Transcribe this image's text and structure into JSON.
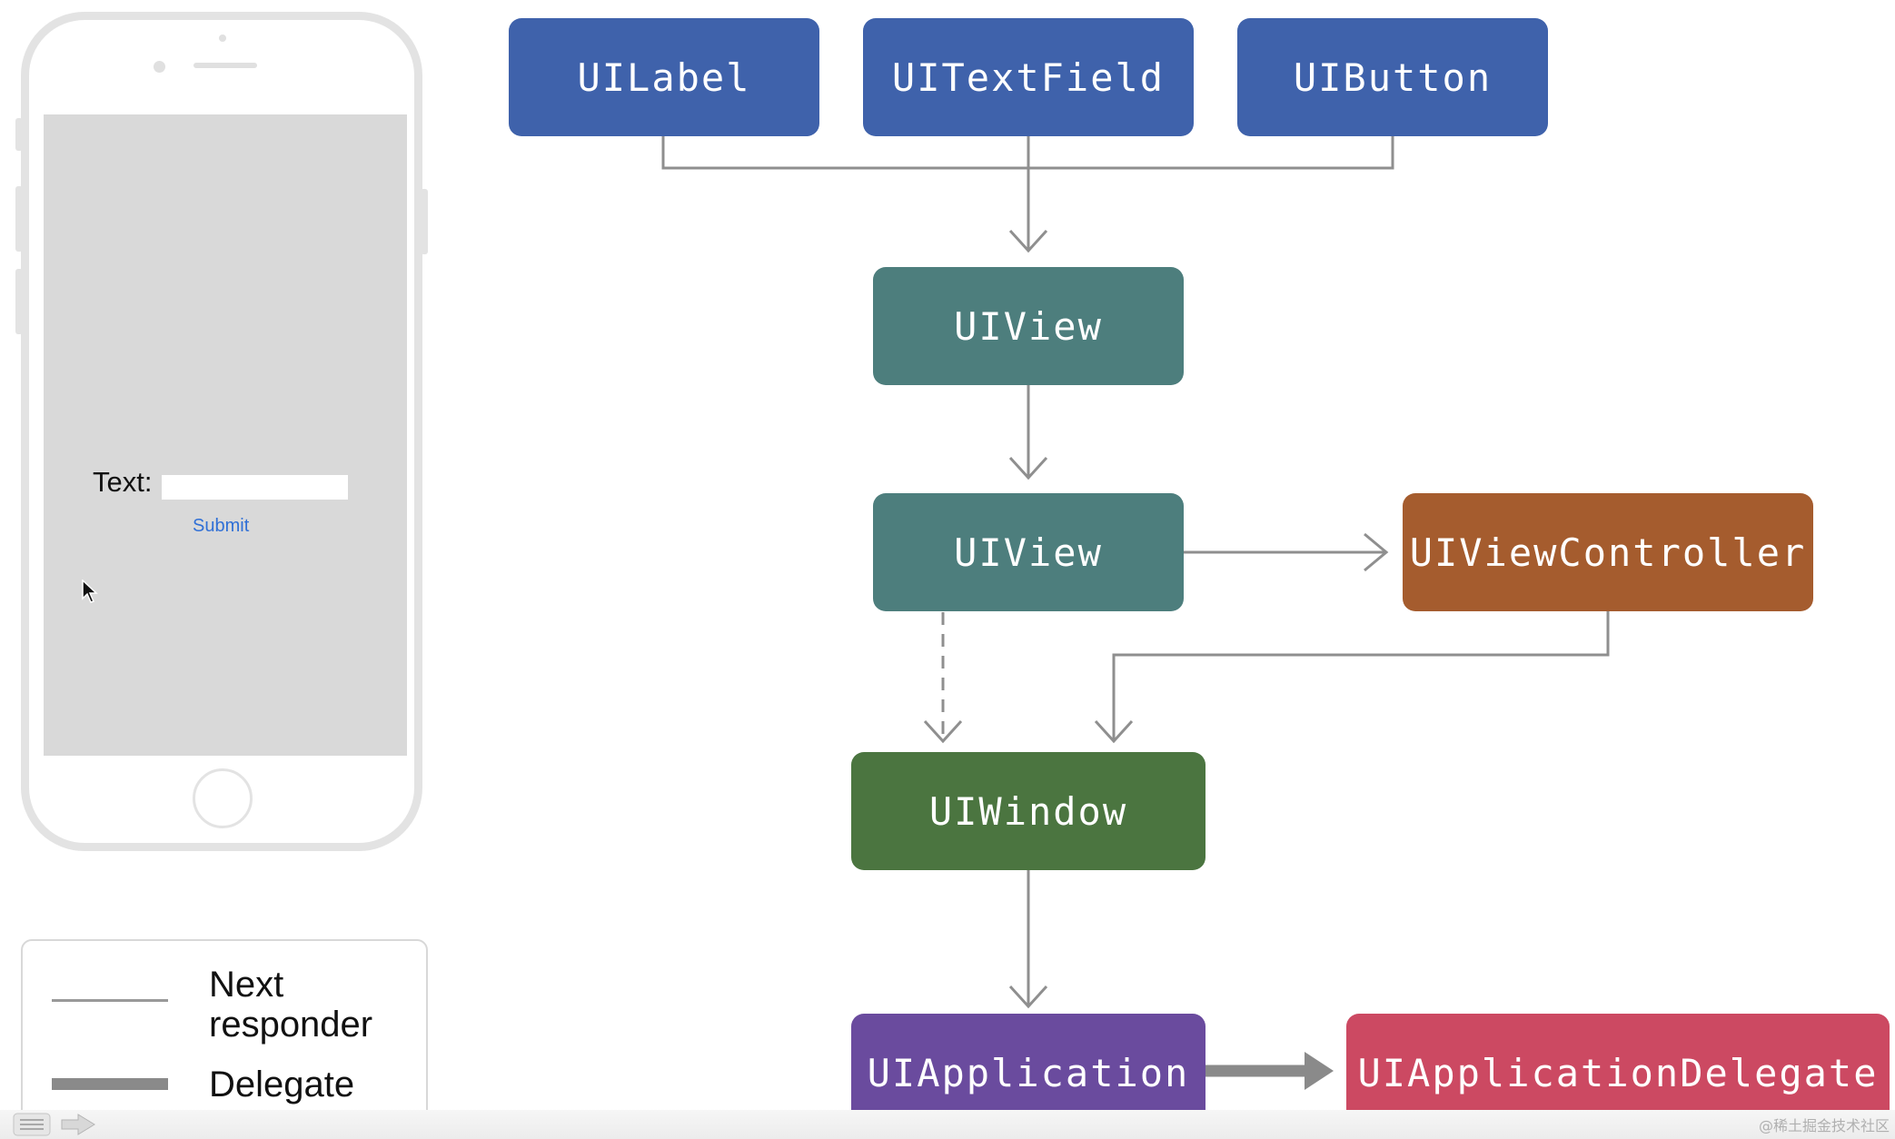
{
  "phone": {
    "text_label": "Text:",
    "submit_label": "Submit"
  },
  "legend": {
    "next_responder_line1": "Next",
    "next_responder_line2": "responder",
    "delegate": "Delegate"
  },
  "nodes": {
    "uilabel": "UILabel",
    "uitextfield": "UITextField",
    "uibutton": "UIButton",
    "uiview_1": "UIView",
    "uiview_2": "UIView",
    "uiviewcontroller": "UIViewController",
    "uiwindow": "UIWindow",
    "uiapplication": "UIApplication",
    "uiapplicationdelegate": "UIApplicationDelegate"
  },
  "colors": {
    "control_node": "#3f62ab",
    "view_node": "#4d7e7d",
    "controller_node": "#a55c2e",
    "window_node": "#4b7540",
    "application_node": "#6a4b9e",
    "delegate_node": "#cc4962",
    "next_responder_line": "#999999",
    "delegate_line": "#8a8a8a"
  },
  "watermark": "@稀土掘金技术社区"
}
